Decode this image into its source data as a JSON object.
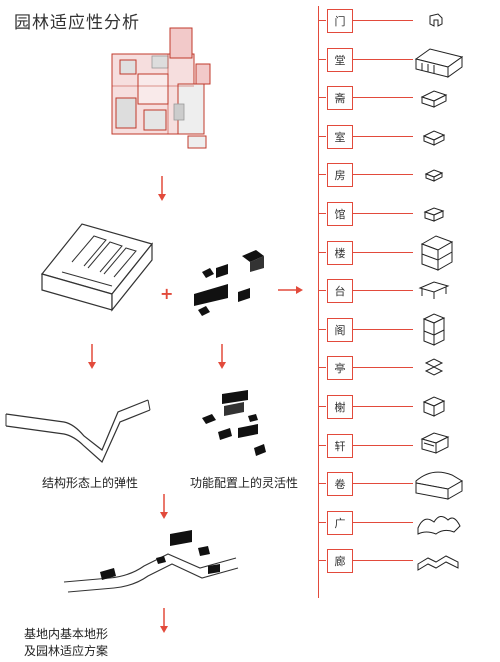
{
  "title": "园林适应性分析",
  "captions": {
    "elastic": "结构形态上的弹性",
    "flexible": "功能配置上的灵活性",
    "final_line1": "基地内基本地形",
    "final_line2": "及园林适应方案"
  },
  "plus_sign": "+",
  "categories": [
    {
      "label": "门",
      "icon": "gate-icon"
    },
    {
      "label": "堂",
      "icon": "hall-icon"
    },
    {
      "label": "斋",
      "icon": "studio-icon"
    },
    {
      "label": "室",
      "icon": "room-icon"
    },
    {
      "label": "房",
      "icon": "chamber-icon"
    },
    {
      "label": "馆",
      "icon": "lodge-icon"
    },
    {
      "label": "楼",
      "icon": "tower-icon"
    },
    {
      "label": "台",
      "icon": "terrace-icon"
    },
    {
      "label": "阁",
      "icon": "pavilion-tower-icon"
    },
    {
      "label": "亭",
      "icon": "pavilion-icon"
    },
    {
      "label": "榭",
      "icon": "waterside-pavilion-icon"
    },
    {
      "label": "轩",
      "icon": "veranda-icon"
    },
    {
      "label": "卷",
      "icon": "rolled-roof-icon"
    },
    {
      "label": "广",
      "icon": "open-shed-icon"
    },
    {
      "label": "廊",
      "icon": "corridor-icon"
    }
  ],
  "colors": {
    "accent_red": "#e24a3b",
    "roof_black": "#111111",
    "line_gray": "#333333",
    "plan_pink": "#f2c9c9"
  }
}
